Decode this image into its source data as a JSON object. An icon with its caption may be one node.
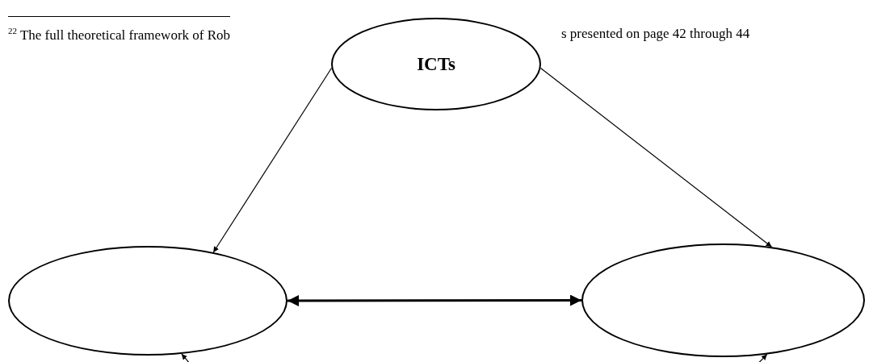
{
  "diagram": {
    "nodes": [
      {
        "text": [
          "ICTs"
        ]
      },
      {
        "text": [],
        "shape": "ellipse"
      },
      {
        "text": [],
        "shape": "ellipse"
      }
    ],
    "edges": [
      {
        "from": 0,
        "to": 1,
        "arrow": "to"
      },
      {
        "from": 0,
        "to": 2,
        "arrow": "to"
      },
      {
        "from": 1,
        "to": 2,
        "arrow": "both",
        "style": "thick"
      },
      {
        "from": null,
        "to": 1,
        "arrow": "to"
      },
      {
        "from": null,
        "to": 2,
        "arrow": "to"
      }
    ],
    "labels": [
      "$^{22}$ The full theoretical framework of Rob",
      "s presented on page 42 through 44"
    ]
  }
}
